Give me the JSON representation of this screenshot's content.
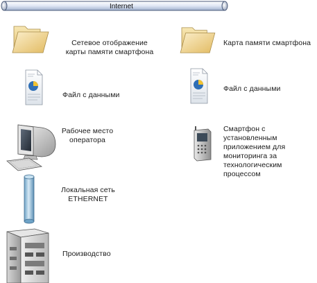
{
  "network": {
    "bus_label": "Internet"
  },
  "left_column": {
    "network_mapping_label_1": "Сетевое  отображение",
    "network_mapping_label_2": "карты памяти смартфона",
    "data_file_label": "Файл с данными",
    "workstation_label_1": "Рабочее место",
    "workstation_label_2": "оператора",
    "lan_label_1": "Локальная сеть",
    "lan_label_2": "ETHERNET",
    "production_label": "Производство"
  },
  "right_column": {
    "memory_card_label": "Карта памяти смартфона",
    "data_file_label": "Файл с данными",
    "smartphone_label_1": "Смартфон  с",
    "smartphone_label_2": "установленным",
    "smartphone_label_3": "приложением для",
    "smartphone_label_4": "мониторинга за",
    "smartphone_label_5": "технологическим",
    "smartphone_label_6": "процессом"
  },
  "colors": {
    "bus_fill": "#dfe7f4",
    "bus_stroke": "#4a5a78",
    "folder_fill": "#f4dfa0",
    "lan_pipe": "#9cc3dc",
    "pie_blue": "#2f6fb6",
    "pie_yellow": "#f1c232"
  }
}
